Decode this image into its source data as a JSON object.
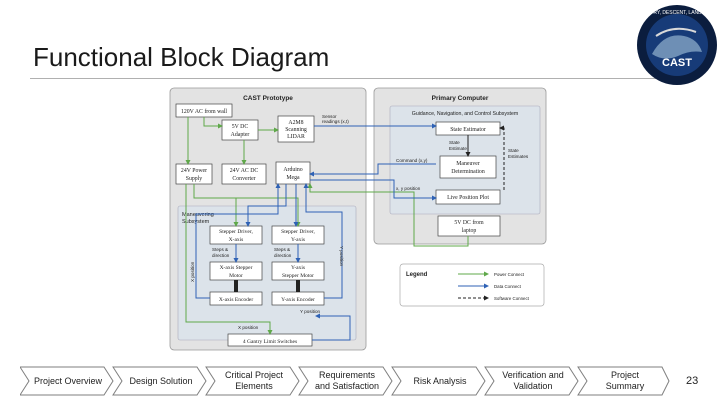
{
  "slide": {
    "title": "Functional Block Diagram",
    "page_number": "23"
  },
  "logo": {
    "text": "CAST",
    "ring_text": "ENTRY, DESCENT, LANDING"
  },
  "diagram": {
    "prototype_panel_title": "CAST Prototype",
    "primary_panel_title": "Primary Computer",
    "gnc_title": "Guidance, Navigation, and Control Subsystem",
    "maneuvering_title_1": "Maneuvering",
    "maneuvering_title_2": "Subsystem",
    "blocks": {
      "ac_wall": "120V AC from wall",
      "dc_adapter_1": "5V DC",
      "dc_adapter_2": "Adapter",
      "lidar_1": "A2M8",
      "lidar_2": "Scanning",
      "lidar_3": "LIDAR",
      "power_supply_1": "24V Power",
      "power_supply_2": "Supply",
      "converter_1": "24V AC DC",
      "converter_2": "Converter",
      "arduino_1": "Arduino",
      "arduino_2": "Mega",
      "state_estimator": "State Estimator",
      "maneuver_det_1": "Maneuver",
      "maneuver_det_2": "Determination",
      "live_plot": "Live Position Plot",
      "laptop_1": "5V DC from",
      "laptop_2": "laptop",
      "driver_x_1": "Stepper Driver,",
      "driver_x_2": "X-axis",
      "driver_y_1": "Stepper Driver,",
      "driver_y_2": "Y-axis",
      "motor_x_1": "X-axis Stepper",
      "motor_x_2": "Motor",
      "motor_y_1": "Y-axis",
      "motor_y_2": "Stepper Motor",
      "encoder_x": "X-axis Encoder",
      "encoder_y": "Y-axis Encoder",
      "limit_switches": "4 Gantry Limit Switches"
    },
    "labels": {
      "sensor_readings_1": "Sensor",
      "sensor_readings_2": "readings (x,t)",
      "state_estimate_1": "State",
      "state_estimate_2": "Estimate",
      "state_estimates_1": "State",
      "state_estimates_2": "Estimates",
      "command": "Command (x,y)",
      "xy_position": "x, y position",
      "steps_dir_x_1": "Steps &",
      "steps_dir_x_2": "direction",
      "steps_dir_y_1": "Steps &",
      "steps_dir_y_2": "direction",
      "x_position_side": "X position",
      "y_position_side": "Y position",
      "y_position_bottom": "Y position",
      "x_position_bottom": "X position"
    },
    "legend": {
      "title": "Legend",
      "power": "Power Connect",
      "data": "Data Connect",
      "software": "Software Connect"
    },
    "colors": {
      "power": "#5fa84a",
      "data": "#2f62b5",
      "software": "#222222",
      "panel_bg": "#e3e3e3",
      "subsystem_bg": "#dce3ea",
      "block_border": "#444444"
    }
  },
  "nav": [
    {
      "label": "Project Overview"
    },
    {
      "label": "Design Solution"
    },
    {
      "label": "Critical Project Elements"
    },
    {
      "label": "Requirements and Satisfaction"
    },
    {
      "label": "Risk Analysis"
    },
    {
      "label": "Verification and Validation"
    },
    {
      "label": "Project Summary"
    }
  ],
  "nav_colors": {
    "fill": "#ffffff",
    "stroke": "#7f7f7f"
  }
}
